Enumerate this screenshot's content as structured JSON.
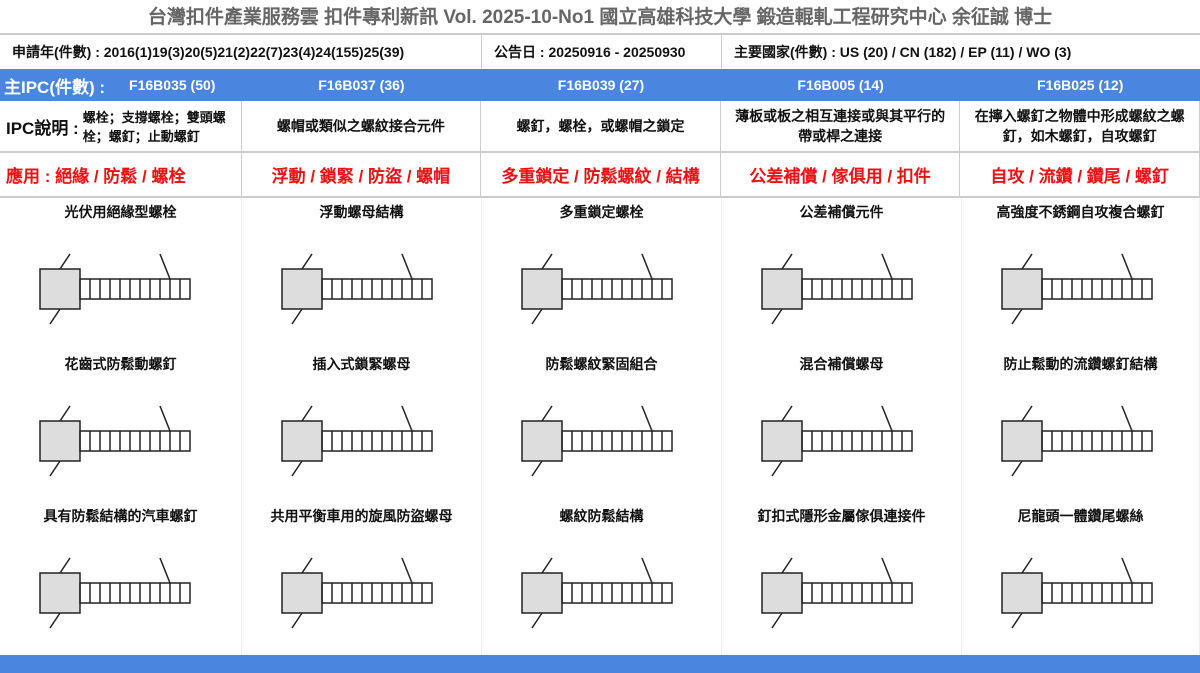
{
  "title": "台灣扣件產業服務雲  扣件專利新訊  Vol. 2025-10-No1  國立高雄科技大學  鍛造輥軋工程研究中心   余征誠 博士",
  "info": {
    "years": "申請年(件數) : 2016(1)19(3)20(5)21(2)22(7)23(4)24(155)25(39)",
    "date": "公告日 : 20250916 - 20250930",
    "countries": "主要國家(件數) : US (20) / CN (182) / EP (11) / WO (3)"
  },
  "ipc_label": "主IPC(件數) :",
  "desc_label": "IPC說明 :",
  "columns": [
    {
      "ipc": "F16B035 (50)",
      "desc": "螺栓；支撐螺栓；雙頭螺栓；螺釘；止動螺釘",
      "app": "應用 : 絕緣 / 防鬆 / 螺栓",
      "figs": [
        "光伏用絕緣型螺栓",
        "花齒式防鬆動螺釘",
        "具有防鬆結構的汽車螺釘"
      ]
    },
    {
      "ipc": "F16B037 (36)",
      "desc": "螺帽或類似之螺紋接合元件",
      "app": "浮動 / 鎖緊 / 防盜 / 螺帽",
      "figs": [
        "浮動螺母結構",
        "插入式鎖緊螺母",
        "共用平衡車用的旋風防盜螺母"
      ]
    },
    {
      "ipc": "F16B039 (27)",
      "desc": "螺釘，螺栓，或螺帽之鎖定",
      "app": "多重鎖定 / 防鬆螺紋 / 結構",
      "figs": [
        "多重鎖定螺栓",
        "防鬆螺紋緊固組合",
        "螺紋防鬆結構"
      ]
    },
    {
      "ipc": "F16B005 (14)",
      "desc": "薄板或板之相互連接或與其平行的帶或桿之連接",
      "app": "公差補償 / 傢俱用 / 扣件",
      "figs": [
        "公差補償元件",
        "混合補償螺母",
        "釘扣式隱形金屬傢俱連接件"
      ]
    },
    {
      "ipc": "F16B025 (12)",
      "desc": "在擰入螺釘之物體中形成螺紋之螺釘，如木螺釘，自攻螺釘",
      "app": "自攻 / 流鑽 / 鑽尾 / 螺釘",
      "figs": [
        "高強度不銹鋼自攻複合螺釘",
        "防止鬆動的流鑽螺釘結構",
        "尼龍頭一體鑽尾螺絲"
      ]
    }
  ]
}
